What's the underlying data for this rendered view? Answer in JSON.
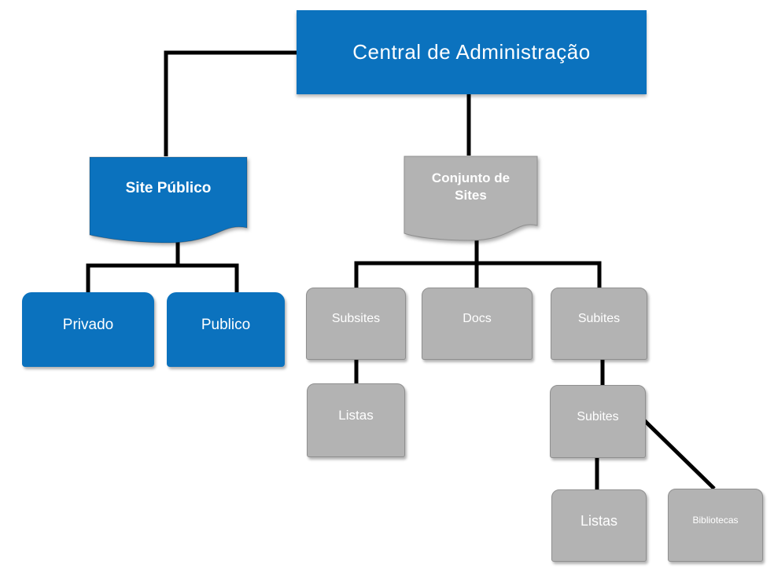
{
  "colors": {
    "blue": "#0B72BE",
    "gray": "#B3B3B3",
    "gray-border": "#8F8F8F",
    "connector": "#000000",
    "text": "#FFFFFF",
    "bg": "#FFFFFF"
  },
  "diagram": {
    "nodes": {
      "central": {
        "label": "Central de Administração",
        "shape": "rectangle",
        "color": "blue"
      },
      "site_publico": {
        "label": "Site Público",
        "shape": "document",
        "color": "blue"
      },
      "conjunto_de_sites": {
        "label": "Conjunto de Sites",
        "shape": "document",
        "color": "gray"
      },
      "privado": {
        "label": "Privado",
        "shape": "rounded-rectangle",
        "color": "blue"
      },
      "publico": {
        "label": "Publico",
        "shape": "rounded-rectangle",
        "color": "blue"
      },
      "subsites": {
        "label": "Subsites",
        "shape": "rounded-rectangle",
        "color": "gray"
      },
      "docs": {
        "label": "Docs",
        "shape": "rounded-rectangle",
        "color": "gray"
      },
      "subites_1": {
        "label": "Subites",
        "shape": "rounded-rectangle",
        "color": "gray"
      },
      "listas_1": {
        "label": "Listas",
        "shape": "rounded-rectangle",
        "color": "gray"
      },
      "subites_2": {
        "label": "Subites",
        "shape": "rounded-rectangle",
        "color": "gray"
      },
      "listas_2": {
        "label": "Listas",
        "shape": "rounded-rectangle",
        "color": "gray"
      },
      "bibliotecas": {
        "label": "Bibliotecas",
        "shape": "rounded-rectangle",
        "color": "gray"
      }
    },
    "edges": [
      {
        "from": "central",
        "to": "site_publico"
      },
      {
        "from": "central",
        "to": "conjunto_de_sites"
      },
      {
        "from": "site_publico",
        "to": "privado"
      },
      {
        "from": "site_publico",
        "to": "publico"
      },
      {
        "from": "conjunto_de_sites",
        "to": "subsites"
      },
      {
        "from": "conjunto_de_sites",
        "to": "docs"
      },
      {
        "from": "conjunto_de_sites",
        "to": "subites_1"
      },
      {
        "from": "subsites",
        "to": "listas_1"
      },
      {
        "from": "subites_1",
        "to": "subites_2"
      },
      {
        "from": "subites_2",
        "to": "listas_2"
      },
      {
        "from": "subites_2",
        "to": "bibliotecas"
      }
    ]
  }
}
